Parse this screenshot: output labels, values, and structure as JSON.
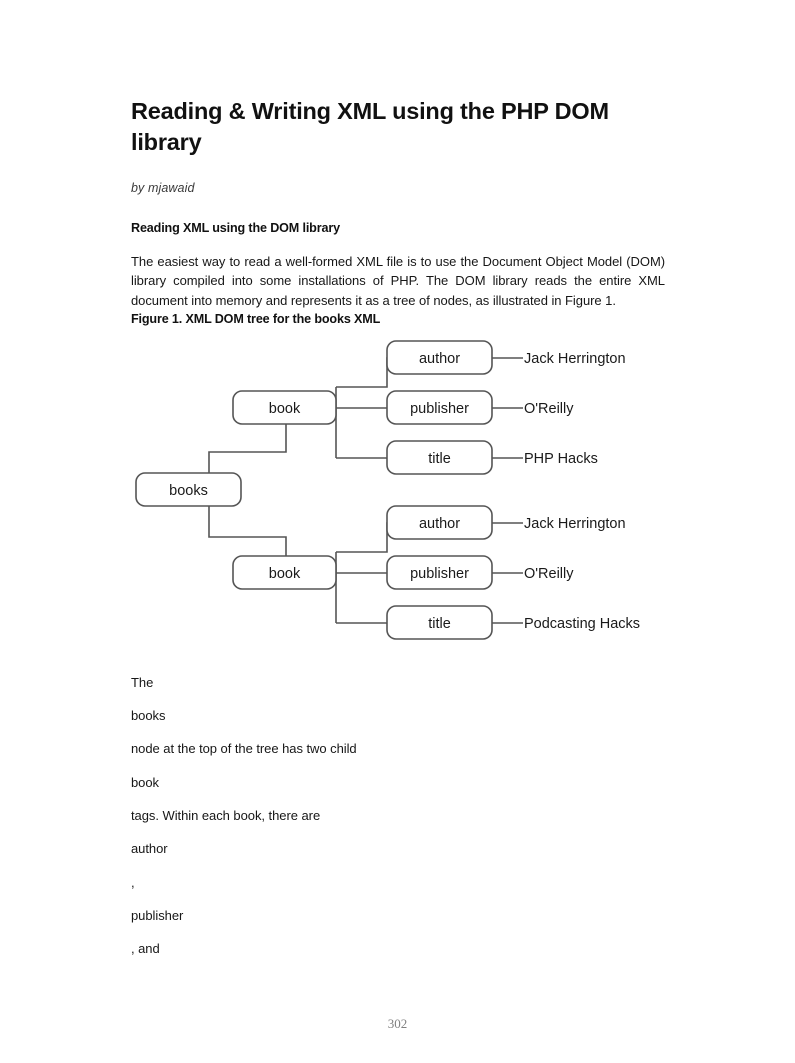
{
  "document": {
    "title": "Reading & Writing XML using the PHP DOM library",
    "byline": "by mjawaid",
    "page_number": "302"
  },
  "section": {
    "heading": "Reading XML using the DOM library",
    "paragraph": "The easiest way to read a well-formed XML file is to use the Document Object Model (DOM) library compiled into some installations of PHP. The DOM library reads the entire XML document into memory and represents it as a tree of nodes, as illustrated in Figure 1.",
    "figure_caption": "Figure 1. XML DOM tree for the books XML"
  },
  "figure": {
    "root": {
      "label": "books"
    },
    "branches": [
      {
        "node": "book",
        "children": [
          {
            "label": "author",
            "value": "Jack Herrington"
          },
          {
            "label": "publisher",
            "value": "O'Reilly"
          },
          {
            "label": "title",
            "value": "PHP Hacks"
          }
        ]
      },
      {
        "node": "book",
        "children": [
          {
            "label": "author",
            "value": "Jack Herrington"
          },
          {
            "label": "publisher",
            "value": "O'Reilly"
          },
          {
            "label": "title",
            "value": "Podcasting Hacks"
          }
        ]
      }
    ],
    "colors": {
      "stroke": "#555555",
      "box_fill": "#ffffff",
      "text": "#1a1a1a"
    }
  },
  "tail_lines": [
    "The",
    "books",
    "node at the top of the tree has two child",
    "book",
    "tags. Within each book, there are",
    "author",
    ",",
    "publisher",
    ", and"
  ]
}
